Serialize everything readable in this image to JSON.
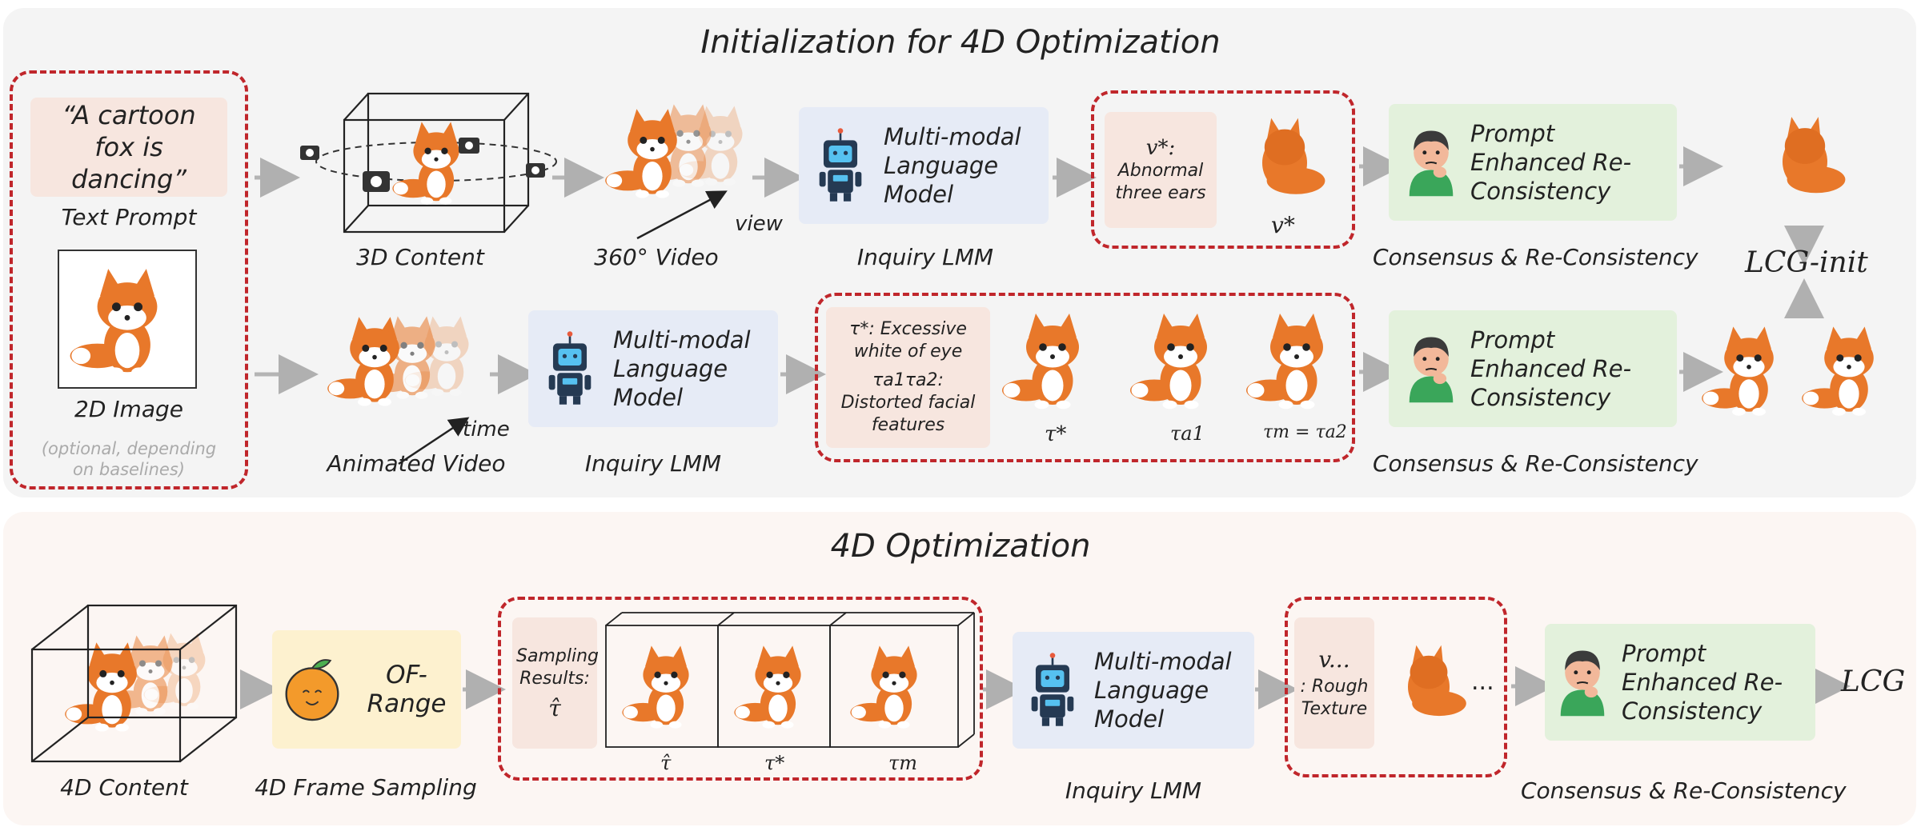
{
  "top": {
    "title": "Initialization for 4D Optimization",
    "prompt_quote": "“A cartoon fox is dancing”",
    "text_prompt_label": "Text Prompt",
    "image_label": "2D Image",
    "optional_note": "(optional, depending on baselines)",
    "content3d_label": "3D Content",
    "video360_label": "360° Video",
    "view_label": "view",
    "animated_label": "Animated Video",
    "time_label": "time",
    "lmm_title": "Multi-modal Language Model",
    "inquiry_label": "Inquiry LMM",
    "v_star_title": "v*:",
    "v_star_desc": "Abnormal three ears",
    "v_star_caption": "v*",
    "tau_desc1": "τ*: Excessive white of eye",
    "tau_desc2": "τa1τa2: Distorted facial features",
    "tau_star": "τ*",
    "tau_a1": "τa1",
    "tau_m": "τm = τa2",
    "pe_title": "Prompt Enhanced Re-Consistency",
    "consensus_label": "Consensus & Re-Consistency",
    "loss_label": "LCG-init"
  },
  "bottom": {
    "title": "4D Optimization",
    "content4d_label": "4D Content",
    "of_range": "OF-Range",
    "frame_sampling_label": "4D Frame Sampling",
    "sampling_results": "Sampling Results:",
    "tau_hat": "τ̂",
    "tau_star": "τ*",
    "tau_m": "τm",
    "lmm_title": "Multi-modal Language Model",
    "inquiry_label": "Inquiry LMM",
    "v_dots": "v...",
    "rough_texture": ": Rough Texture",
    "ellipsis": "...",
    "pe_title": "Prompt Enhanced Re-Consistency",
    "consensus_label": "Consensus & Re-Consistency",
    "loss_label": "LCG"
  },
  "colors": {
    "top_panel": "#f4f4f4",
    "bottom_panel": "#fcf6f3",
    "red_dash": "#c0262b",
    "prompt_box": "#f7e6df",
    "lmm_box": "#e6ebf6",
    "pe_box": "#e3f1dc",
    "of_box": "#fdf1cf",
    "fox_orange": "#e8782a"
  }
}
